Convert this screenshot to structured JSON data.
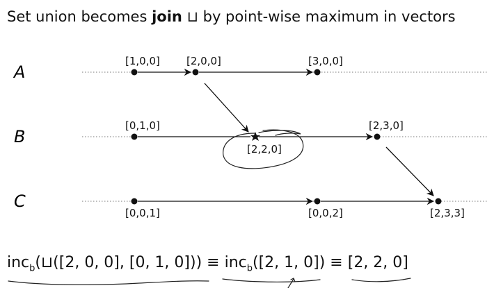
{
  "title": {
    "before": "Set union becomes ",
    "bold": "join",
    "symbol": "⊔",
    "after": " by point-wise maximum in vectors"
  },
  "diagram": {
    "processes": [
      {
        "id": "A",
        "label": "A"
      },
      {
        "id": "B",
        "label": "B"
      },
      {
        "id": "C",
        "label": "C"
      }
    ],
    "events": [
      {
        "id": "a1",
        "process": "A",
        "label": "[1,0,0]"
      },
      {
        "id": "a2",
        "process": "A",
        "label": "[2,0,0]"
      },
      {
        "id": "a3",
        "process": "A",
        "label": "[3,0,0]"
      },
      {
        "id": "b1",
        "process": "B",
        "label": "[0,1,0]"
      },
      {
        "id": "b2",
        "process": "B",
        "label": "[2,2,0]"
      },
      {
        "id": "b3",
        "process": "B",
        "label": "[2,3,0]"
      },
      {
        "id": "c1",
        "process": "C",
        "label": "[0,0,1]"
      },
      {
        "id": "c2",
        "process": "C",
        "label": "[0,0,2]"
      },
      {
        "id": "c3",
        "process": "C",
        "label": "[2,3,3]"
      }
    ],
    "messages": [
      {
        "from": "a2",
        "to": "b2"
      },
      {
        "from": "b3",
        "to": "c3"
      }
    ]
  },
  "formula": {
    "inc": "inc",
    "sub": "b",
    "part1": "(⊔([2, 0, 0], [0, 1, 0])) ≡ ",
    "part2": "([2, 1, 0]) ≡ ",
    "part3": "[2, 2, 0]"
  },
  "colors": {
    "ink": "#111111",
    "dotted": "#777777"
  }
}
